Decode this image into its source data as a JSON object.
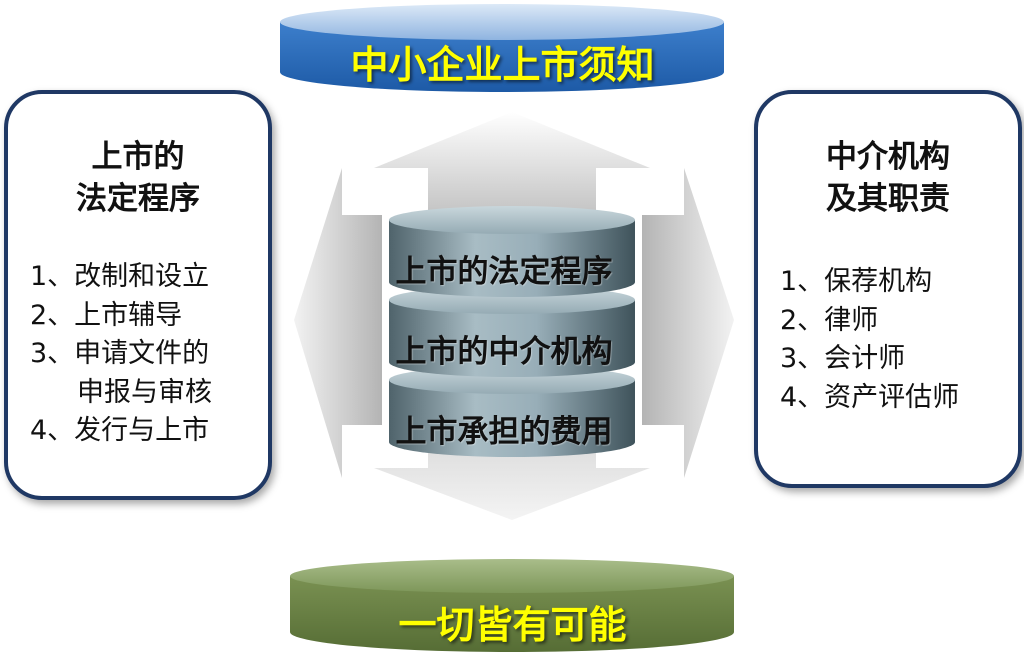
{
  "top_banner": {
    "text": "中小企业上市须知",
    "color": "#3a7cc6",
    "text_color": "#ffff00"
  },
  "bottom_banner": {
    "text": "一切皆有可能",
    "color": "#6f8a4a",
    "text_color": "#ffff00"
  },
  "left_box": {
    "title_line1": "上市的",
    "title_line2": "法定程序",
    "items": [
      "1、改制和设立",
      "2、上市辅导",
      "3、申请文件的",
      "申报与审核",
      "4、发行与上市"
    ]
  },
  "right_box": {
    "title_line1": "中介机构",
    "title_line2": "及其职责",
    "items": [
      "1、保荐机构",
      "2、律师",
      "3、会计师",
      "4、资产评估师"
    ]
  },
  "center_stack": {
    "layers": [
      "上市的法定程序",
      "上市的中介机构",
      "上市承担的费用"
    ],
    "color": "#7f9aa5"
  },
  "border_color": "#1f3864"
}
